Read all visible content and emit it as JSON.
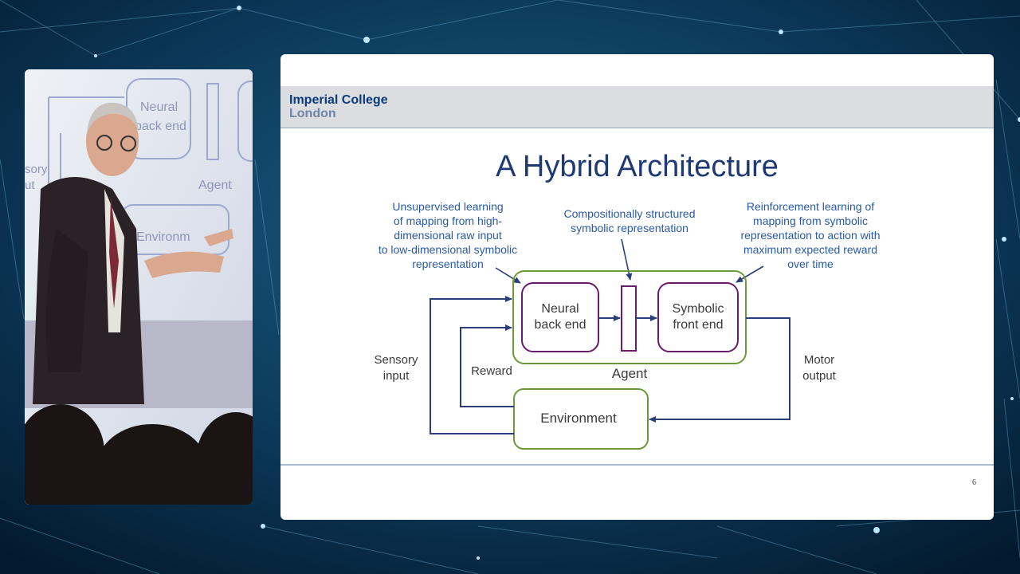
{
  "slide": {
    "logo_line1": "Imperial College",
    "logo_line2": "London",
    "title": "A Hybrid Architecture",
    "page_number": "6"
  },
  "annotations": {
    "left": [
      "Unsupervised learning",
      "of mapping from high-",
      "dimensional raw input",
      "to low-dimensional symbolic",
      "representation"
    ],
    "center": [
      "Compositionally structured",
      "symbolic representation"
    ],
    "right": [
      "Reinforcement learning of",
      "mapping from symbolic",
      "representation to action with",
      "maximum expected reward",
      "over time"
    ]
  },
  "diagram": {
    "neural": [
      "Neural",
      "back end"
    ],
    "symbolic": [
      "Symbolic",
      "front end"
    ],
    "agent": "Agent",
    "environment": "Environment",
    "sensory": [
      "Sensory",
      "input"
    ],
    "reward": "Reward",
    "motor": [
      "Motor",
      "output"
    ]
  },
  "projection": {
    "neural": [
      "Neural",
      "back end"
    ],
    "agent": "Agent",
    "environment": "Environm",
    "sensory": [
      "sory",
      "ut"
    ]
  },
  "colors": {
    "agent_box": "#6b9a3a",
    "env_box": "#6b9a3a",
    "module_box": "#6a1b6b",
    "arrow": "#2b3d7a",
    "annotation": "#2a5aa6",
    "title": "#1f3a73"
  }
}
